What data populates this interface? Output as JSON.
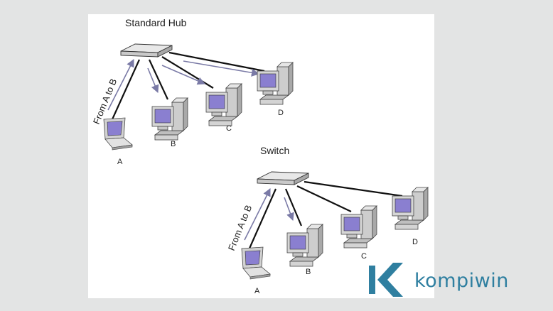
{
  "diagrams": [
    {
      "title": "Standard Hub",
      "arrow_label": "From A to B",
      "nodes": [
        "A",
        "B",
        "C",
        "D"
      ]
    },
    {
      "title": "Switch",
      "arrow_label": "From A to B",
      "nodes": [
        "A",
        "B",
        "C",
        "D"
      ]
    }
  ],
  "brand": {
    "name": "kompiwin",
    "color": "#2f7fa0"
  },
  "colors": {
    "screen": "#8a7fd0",
    "arrow": "#7a7aa6",
    "cable": "#111111",
    "device": "#d8d8d8"
  }
}
